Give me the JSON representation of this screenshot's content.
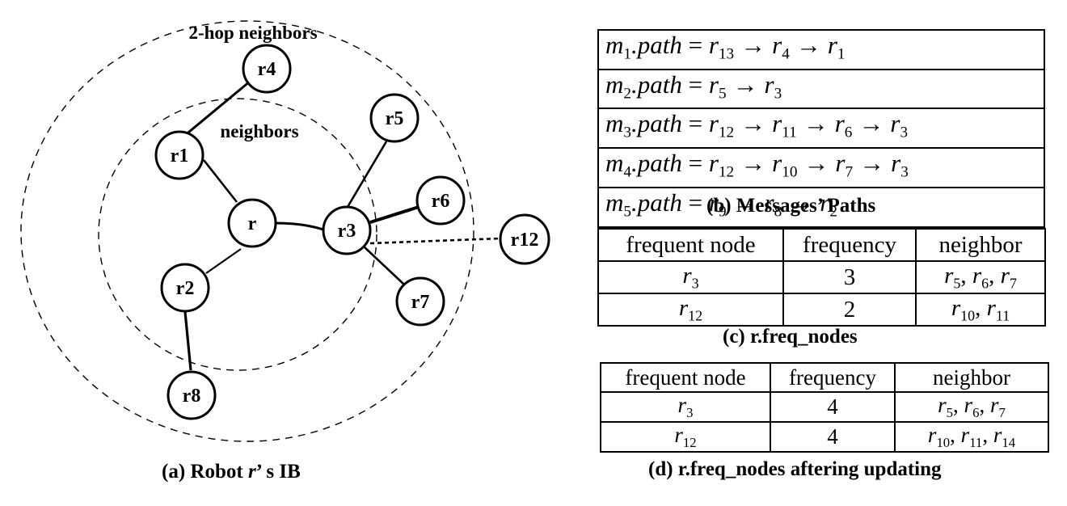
{
  "panel_a": {
    "region_labels": {
      "outer": "2-hop neighbors",
      "inner": "neighbors"
    },
    "nodes": {
      "r": "r",
      "r1": "r1",
      "r2": "r2",
      "r3": "r3",
      "r4": "r4",
      "r5": "r5",
      "r6": "r6",
      "r7": "r7",
      "r8": "r8",
      "r12": "r12"
    },
    "caption": {
      "prefix": "(a) Robot ",
      "robot": "r",
      "suffix": "’ s IB"
    }
  },
  "panel_b": {
    "caption": "(b) Messages’ Paths",
    "rows": [
      {
        "msg": "m",
        "msg_sub": "1",
        "field": ".path",
        "eq": " = ",
        "path": [
          {
            "n": "r",
            "s": "13"
          },
          {
            "n": "r",
            "s": "4"
          },
          {
            "n": "r",
            "s": "1"
          }
        ]
      },
      {
        "msg": "m",
        "msg_sub": "2",
        "field": ".path",
        "eq": " = ",
        "path": [
          {
            "n": "r",
            "s": "5"
          },
          {
            "n": "r",
            "s": "3"
          }
        ]
      },
      {
        "msg": "m",
        "msg_sub": "3",
        "field": ".path",
        "eq": " = ",
        "path": [
          {
            "n": "r",
            "s": "12"
          },
          {
            "n": "r",
            "s": "11"
          },
          {
            "n": "r",
            "s": "6"
          },
          {
            "n": "r",
            "s": "3"
          }
        ]
      },
      {
        "msg": "m",
        "msg_sub": "4",
        "field": ".path",
        "eq": " = ",
        "path": [
          {
            "n": "r",
            "s": "12"
          },
          {
            "n": "r",
            "s": "10"
          },
          {
            "n": "r",
            "s": "7"
          },
          {
            "n": "r",
            "s": "3"
          }
        ]
      },
      {
        "msg": "m",
        "msg_sub": "5",
        "field": ".path",
        "eq": " = ",
        "path": [
          {
            "n": "r",
            "s": "9"
          },
          {
            "n": "r",
            "s": "8"
          },
          {
            "n": "r",
            "s": "2"
          }
        ]
      }
    ],
    "arrow": "→"
  },
  "panel_c": {
    "caption": "(c) r.freq_nodes",
    "headers": [
      "frequent node",
      "frequency",
      "neighbor"
    ],
    "rows": [
      {
        "node": {
          "n": "r",
          "s": "3"
        },
        "freq": "3",
        "neighbors": [
          {
            "n": "r",
            "s": "5"
          },
          {
            "n": "r",
            "s": "6"
          },
          {
            "n": "r",
            "s": "7"
          }
        ]
      },
      {
        "node": {
          "n": "r",
          "s": "12"
        },
        "freq": "2",
        "neighbors": [
          {
            "n": "r",
            "s": "10"
          },
          {
            "n": "r",
            "s": "11"
          }
        ]
      }
    ]
  },
  "panel_d": {
    "caption": "(d) r.freq_nodes aftering updating",
    "headers": [
      "frequent node",
      "frequency",
      "neighbor"
    ],
    "rows": [
      {
        "node": {
          "n": "r",
          "s": "3"
        },
        "freq": "4",
        "neighbors": [
          {
            "n": "r",
            "s": "5"
          },
          {
            "n": "r",
            "s": "6"
          },
          {
            "n": "r",
            "s": "7"
          }
        ]
      },
      {
        "node": {
          "n": "r",
          "s": "12"
        },
        "freq": "4",
        "neighbors": [
          {
            "n": "r",
            "s": "10"
          },
          {
            "n": "r",
            "s": "11"
          },
          {
            "n": "r",
            "s": "14"
          }
        ]
      }
    ],
    "separator": ", "
  }
}
